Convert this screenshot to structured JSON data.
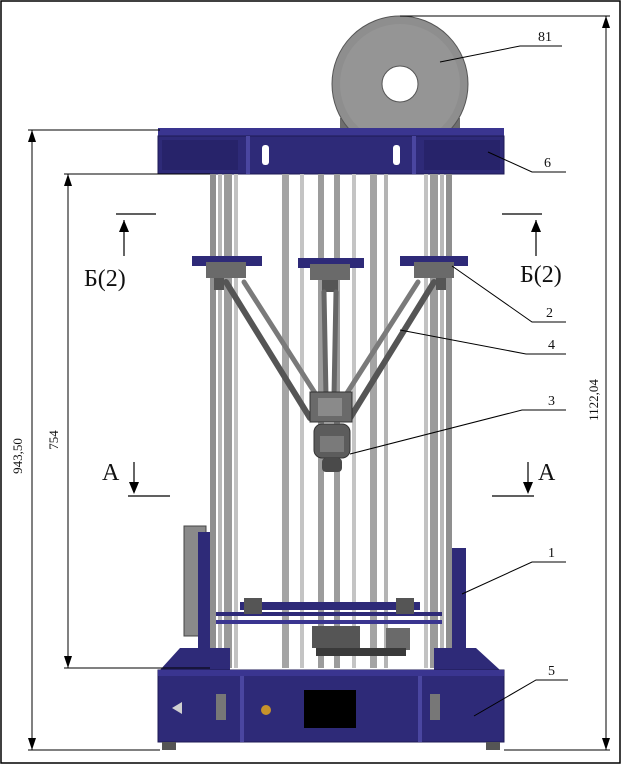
{
  "callouts": {
    "c81": "81",
    "c6": "6",
    "c2": "2",
    "c4": "4",
    "c3": "3",
    "c1": "1",
    "c5": "5"
  },
  "dimensions": {
    "overall_height": "1122,04",
    "frame_height": "943,50",
    "column_height": "754"
  },
  "sections": {
    "b_left": "Б(2)",
    "b_right": "Б(2)",
    "a_left": "А",
    "a_right": "А"
  },
  "colors": {
    "frame": "#2e2a78",
    "frame_dark": "#1e1a55",
    "spool": "#8a8a8a",
    "rod": "#a8a8a8",
    "line": "#000000"
  }
}
